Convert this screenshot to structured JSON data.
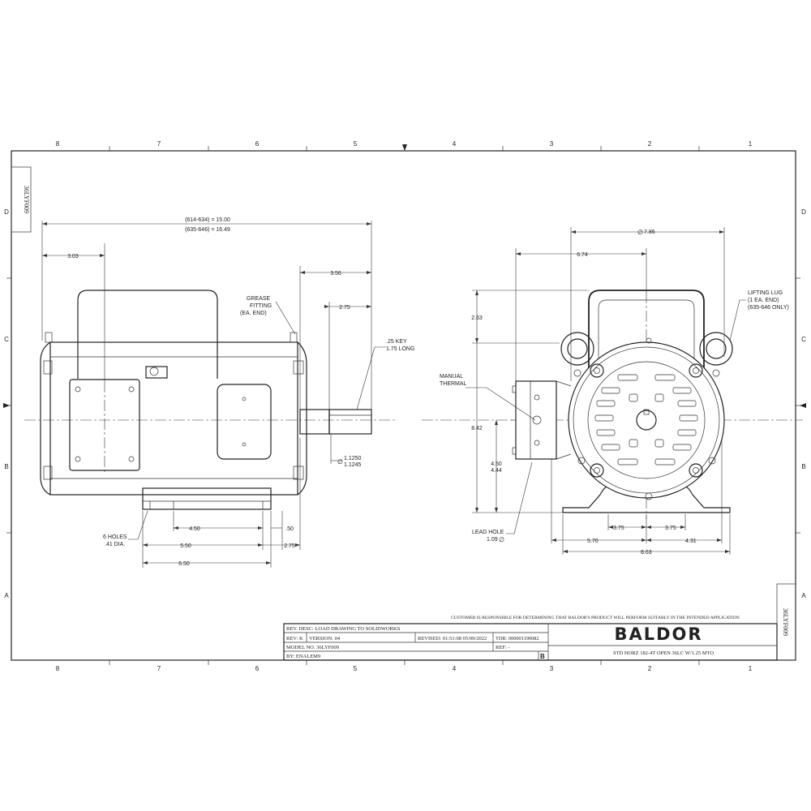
{
  "zones": {
    "columns": [
      "8",
      "7",
      "6",
      "5",
      "4",
      "3",
      "2",
      "1"
    ],
    "rows": [
      "D",
      "C",
      "B",
      "A"
    ]
  },
  "drawing_id": "36LYF009",
  "side_view": {
    "overall_length": "(614-634) = 15.00",
    "overall_length_alt": "(635-646) = 16.49",
    "dim_c": "3.03",
    "dim_shaft_ext": "3.56",
    "dim_key_len": "2.75",
    "grease_line1": "GREASE",
    "grease_line2": "FITTING",
    "grease_line3": "(EA. END)",
    "key_line1": ".25 KEY",
    "key_line2": "1.75 LONG",
    "shaft_dia_max": "1.1250",
    "shaft_dia_min": "1.1245",
    "holes_line1": "6 HOLES",
    "holes_line2": ".41 DIA.",
    "dim_450": "4.50",
    "dim_050": ".50",
    "dim_550": "5.50",
    "dim_275": "2.75",
    "dim_650": "6.50"
  },
  "end_view": {
    "dia_frame": "7.86",
    "dim_674": "6.74",
    "dim_263": "2.63",
    "dim_842": "8.42",
    "dim_450": "4.50",
    "dim_444": "4.44",
    "lifting_line1": "LIFTING LUG",
    "lifting_line2": "(1 EA. END)",
    "lifting_line3": "(635-646 ONLY)",
    "manual_line1": "MANUAL",
    "manual_line2": "THERMAL",
    "lead_line1": "LEAD HOLE",
    "lead_line2": "1.09",
    "dim_375_left": "3.75",
    "dim_375_right": "3.75",
    "dim_570": "5.70",
    "dim_431": "4.31",
    "dim_863": "8.63"
  },
  "title_block": {
    "disclaimer": "CUSTOMER IS RESPONSIBLE FOR DETERMINING THAT BALDOR'S PRODUCT WILL PERFORM SUITABLY IN THE INTENDED APPLICATION",
    "rev_desc": "REV. DESC: LOAD DRAWING TO SOLIDWORKS",
    "rev": "REV:  K",
    "version": "VERSION:  04",
    "revised": "REVISED:  01:51:08 05/09/2022",
    "tdr": "TDR:  000001190082",
    "model_no": "MODEL NO.  36LYF009",
    "ref": "REF:  -",
    "by": "BY:  ENALEM9",
    "size": "B",
    "logo": "BALDOR",
    "description": "STD HORZ 182-4T OPEN 36LC W/1.25 MTO"
  }
}
